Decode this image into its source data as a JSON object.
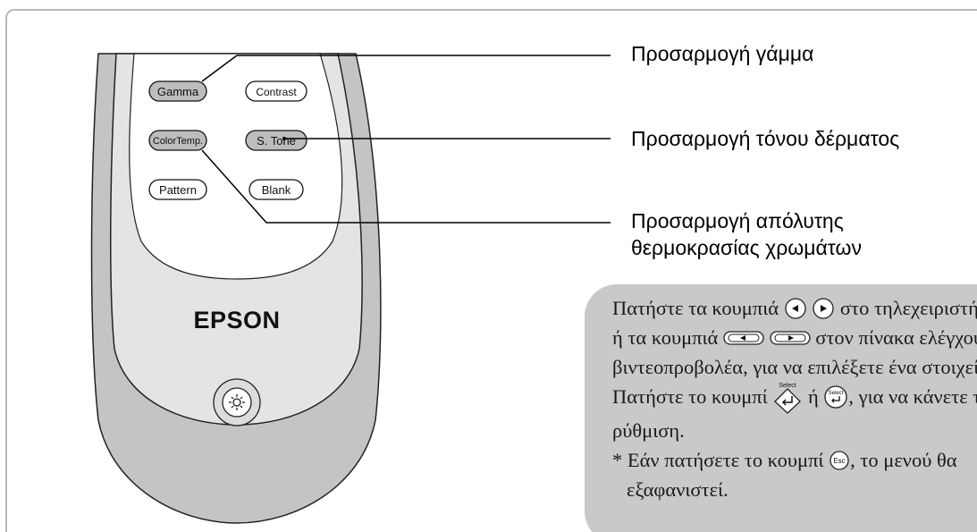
{
  "remote": {
    "buttons": [
      "Gamma",
      "Contrast",
      "ColorTemp.",
      "S. Tone",
      "Pattern",
      "Blank"
    ],
    "brand": "EPSON"
  },
  "callouts": {
    "gamma": "Προσαρμογή γάμμα",
    "skin_tone": "Προσαρμογή τόνου δέρματος",
    "color_temp_line1": "Προσαρμογή απόλυτης",
    "color_temp_line2": "θερμοκρασίας χρωμάτων"
  },
  "info": {
    "l1a": "Πατήστε τα κουμπιά",
    "l1b": "στο τηλεχειριστήριο",
    "l2a": "ή τα κουμπιά",
    "l2b": "στον πίνακα ελέγχου του",
    "l3": "βιντεοπροβολέα, για να επιλέξετε ένα στοιχείο.",
    "l4a": "Πατήστε το κουμπί",
    "l4b": "ή",
    "l4c": ", για να κάνετε τη",
    "l5": "ρύθμιση.",
    "l6a": "* Εάν πατήσετε το κουμπί",
    "l6b": ", το μενού θα",
    "l7": "εξαφανιστεί.",
    "select_label": "Select",
    "esc_label": "Esc"
  },
  "colors": {
    "panel": "#c9c9c9",
    "remote_dark": "#c4c4c4",
    "remote_light": "#e4e4e4",
    "frame": "#b8b8b8"
  }
}
